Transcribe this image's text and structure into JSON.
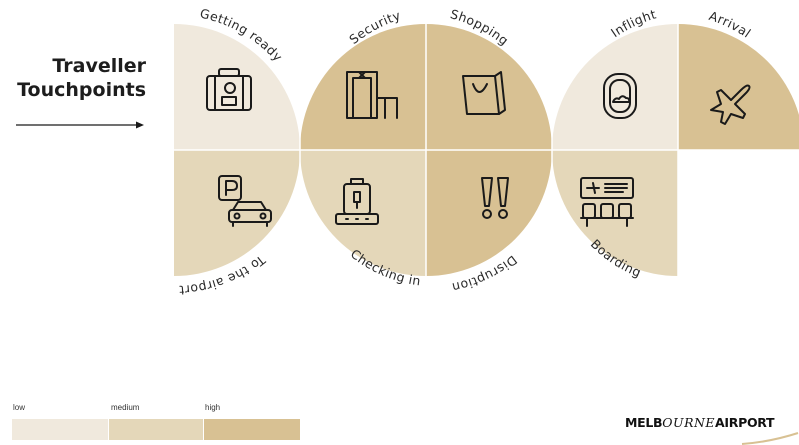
{
  "title": {
    "line1": "Traveller",
    "line2": "Touchpoints"
  },
  "colors": {
    "low": "#f0e9dd",
    "medium": "#e4d7b9",
    "high": "#d8c193",
    "text": "#1d1d1d"
  },
  "touchpoints": [
    {
      "label": "Getting ready",
      "level": "low",
      "icon": "suitcase-icon"
    },
    {
      "label": "Security",
      "level": "high",
      "icon": "security-gate-icon"
    },
    {
      "label": "Shopping",
      "level": "high",
      "icon": "shopping-bag-icon"
    },
    {
      "label": "Inflight",
      "level": "low",
      "icon": "airplane-window-icon"
    },
    {
      "label": "Arrival",
      "level": "high",
      "icon": "airplane-icon"
    },
    {
      "label": "To the airport",
      "level": "medium",
      "icon": "parking-car-icon"
    },
    {
      "label": "Checking in",
      "level": "medium",
      "icon": "baggage-scale-icon"
    },
    {
      "label": "Disruption",
      "level": "high",
      "icon": "exclamation-icon"
    },
    {
      "label": "Boarding",
      "level": "medium",
      "icon": "departure-board-icon"
    }
  ],
  "legend": [
    {
      "label": "low",
      "color": "#f0e9dd"
    },
    {
      "label": "medium",
      "color": "#e4d7b9"
    },
    {
      "label": "high",
      "color": "#d8c193"
    }
  ],
  "logo": {
    "part1": "MELB",
    "part2": "OURNE",
    "part3": "AIRPORT"
  }
}
